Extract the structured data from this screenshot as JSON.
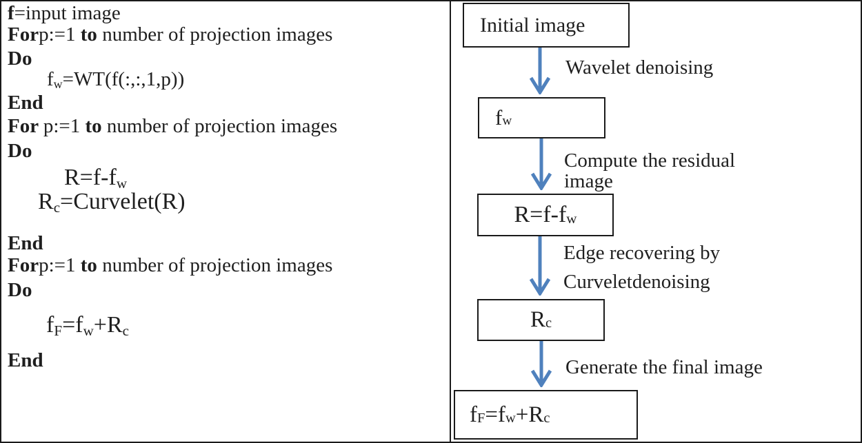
{
  "colors": {
    "text": "#1f1f1f",
    "border": "#1a1a1a",
    "background": "#ffffff",
    "arrow": "#4f81bd"
  },
  "pseudocode": {
    "lines": [
      {
        "parts": [
          {
            "t": "f",
            "b": true
          },
          {
            "t": "=input image"
          }
        ]
      },
      {
        "parts": [
          {
            "t": "For",
            "b": true
          },
          {
            "t": "p:=1 "
          },
          {
            "t": "to",
            "b": true
          },
          {
            "t": " number of projection images"
          }
        ]
      },
      {
        "parts": [
          {
            "t": "Do",
            "b": true
          }
        ]
      },
      {
        "parts": [
          {
            "t": "f"
          },
          {
            "t": "w",
            "sub": true
          },
          {
            "t": "=WT(f(:,:,1,p))"
          }
        ]
      },
      {
        "parts": [
          {
            "t": "End",
            "b": true
          }
        ]
      },
      {
        "parts": [
          {
            "t": "For ",
            "b": true
          },
          {
            "t": "p:=1 "
          },
          {
            "t": "to",
            "b": true
          },
          {
            "t": " number of projection images"
          }
        ]
      },
      {
        "parts": [
          {
            "t": "Do",
            "b": true
          }
        ]
      },
      {
        "parts": [
          {
            "t": "R=f-f"
          },
          {
            "t": "w",
            "sub": true
          }
        ]
      },
      {
        "parts": [
          {
            "t": "R"
          },
          {
            "t": "c",
            "sub": true
          },
          {
            "t": "=Curvelet(R)"
          }
        ]
      },
      {
        "parts": [
          {
            "t": "End",
            "b": true
          }
        ]
      },
      {
        "parts": [
          {
            "t": "For",
            "b": true
          },
          {
            "t": "p:=1 "
          },
          {
            "t": "to",
            "b": true
          },
          {
            "t": " number of projection images"
          }
        ]
      },
      {
        "parts": [
          {
            "t": "Do",
            "b": true
          }
        ]
      },
      {
        "parts": [
          {
            "t": "f"
          },
          {
            "t": "F",
            "sub": true
          },
          {
            "t": "=f"
          },
          {
            "t": "w",
            "sub": true
          },
          {
            "t": "+R"
          },
          {
            "t": "c",
            "sub": true
          }
        ]
      },
      {
        "parts": [
          {
            "t": "End",
            "b": true
          }
        ]
      }
    ]
  },
  "flowchart": {
    "arrow_color": "#4f81bd",
    "boxes": [
      {
        "label_parts": [
          {
            "t": "Initial image"
          }
        ]
      },
      {
        "label_parts": [
          {
            "t": "f"
          },
          {
            "t": "w",
            "sub": true
          }
        ]
      },
      {
        "label_parts": [
          {
            "t": "R=f-f"
          },
          {
            "t": "w",
            "sub": true
          }
        ]
      },
      {
        "label_parts": [
          {
            "t": "R"
          },
          {
            "t": "c",
            "sub": true
          }
        ]
      },
      {
        "label_parts": [
          {
            "t": "f"
          },
          {
            "t": "F",
            "sub": true
          },
          {
            "t": "=f"
          },
          {
            "t": "w",
            "sub": true
          },
          {
            "t": "+R"
          },
          {
            "t": "c",
            "sub": true
          }
        ]
      }
    ],
    "arrow_labels": [
      {
        "lines": [
          "Wavelet denoising"
        ]
      },
      {
        "lines": [
          "Compute the residual",
          "image"
        ]
      },
      {
        "lines": [
          "Edge recovering by",
          "Curveletdenoising"
        ]
      },
      {
        "lines": [
          "Generate the final image"
        ]
      }
    ]
  }
}
